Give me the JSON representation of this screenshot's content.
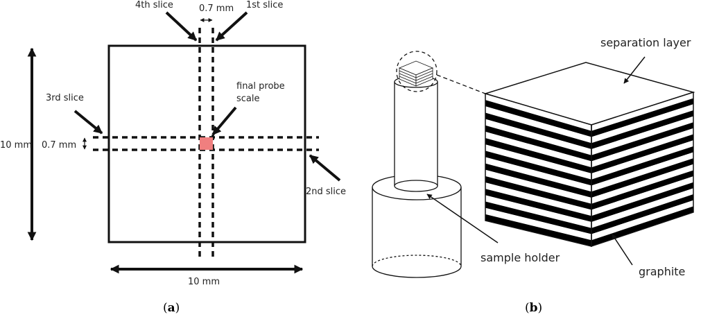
{
  "panel_a": {
    "slice4_label": "4th slice",
    "gap_top_label": "0.7 mm",
    "slice1_label": "1st slice",
    "slice3_label": "3rd slice",
    "gap_left_label": "0.7 mm",
    "side_length_label": "10 mm",
    "slice2_label": "2nd slice",
    "probe_label_line1": "final probe",
    "probe_label_line2": "scale",
    "bottom_length_label": "10 mm",
    "caption_letter": "a",
    "probe_color": "#f07f7f"
  },
  "panel_b": {
    "separation_label": "separation layer",
    "holder_label": "sample holder",
    "graphite_label": "graphite",
    "caption_letter": "b",
    "layer_count": 10
  }
}
